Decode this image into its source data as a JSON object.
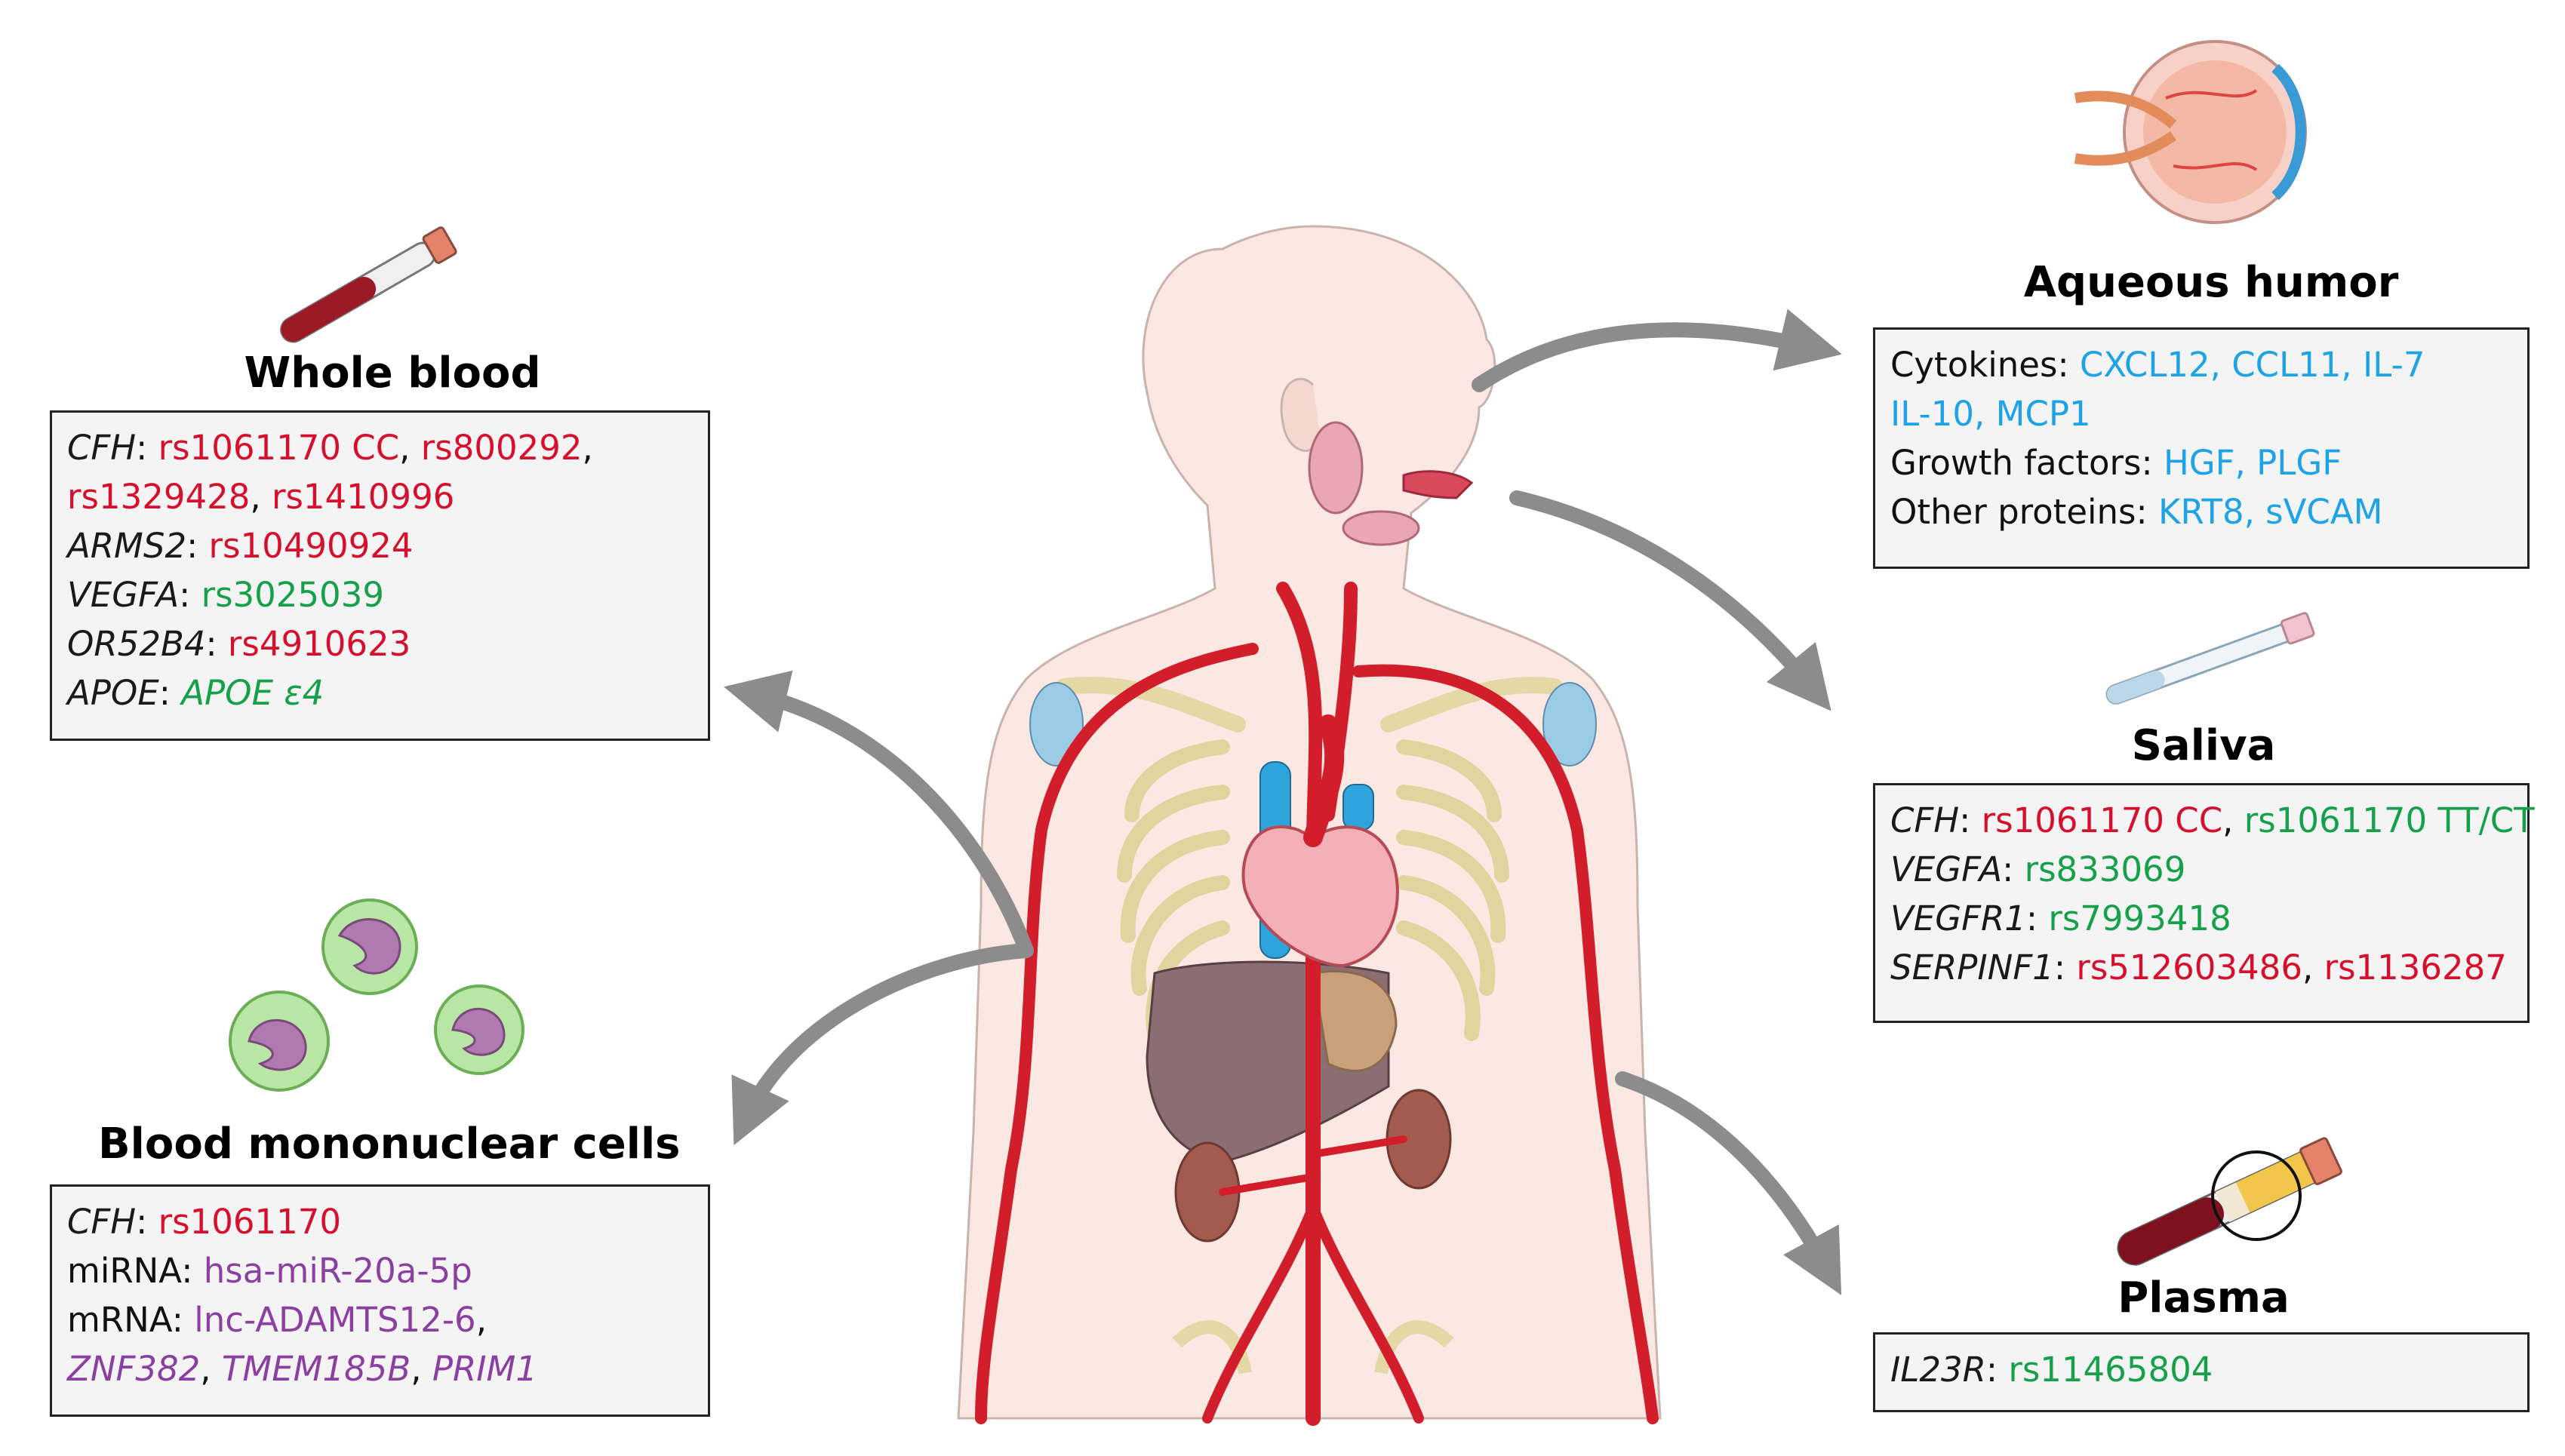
{
  "colors": {
    "snp_risk": "#d6102c",
    "snp_protective": "#17a04a",
    "protein": "#1ea3e6",
    "rna": "#8b3fa0",
    "arrow": "#8c8c8c",
    "box_bg": "#f4f4f4"
  },
  "panels": {
    "whole_blood": {
      "title": "Whole blood",
      "icon": "blood-tube-icon",
      "lines": [
        {
          "gene": "CFH",
          "items": [
            [
              "rs1061170 CC",
              "red"
            ],
            [
              "rs800292",
              "red"
            ]
          ]
        },
        {
          "gene": "",
          "items": [
            [
              "rs1329428",
              "red"
            ],
            [
              "rs1410996",
              "red"
            ]
          ]
        },
        {
          "gene": "ARMS2",
          "items": [
            [
              "rs10490924",
              "red"
            ]
          ]
        },
        {
          "gene": "VEGFA",
          "items": [
            [
              "rs3025039",
              "green"
            ]
          ]
        },
        {
          "gene": "OR52B4",
          "items": [
            [
              "rs4910623",
              "red"
            ]
          ]
        },
        {
          "gene": "APOE",
          "items": [
            [
              "APOE ε4",
              "green-ital"
            ]
          ]
        }
      ]
    },
    "pbmc": {
      "title": "Blood mononuclear cells",
      "icon": "mononuclear-cells-icon",
      "lines": [
        {
          "gene": "CFH",
          "items": [
            [
              "rs1061170",
              "red"
            ]
          ]
        },
        {
          "label": "miRNA",
          "items": [
            [
              "hsa-miR-20a-5p",
              "purple"
            ]
          ]
        },
        {
          "label": "mRNA",
          "items": [
            [
              "lnc-ADAMTS12-6",
              "purple"
            ]
          ]
        },
        {
          "gene": "",
          "items": [
            [
              "ZNF382",
              "purple-ital"
            ],
            [
              "TMEM185B",
              "purple-ital"
            ],
            [
              "PRIM1",
              "purple-ital"
            ]
          ]
        }
      ]
    },
    "aqueous": {
      "title": "Aqueous humor",
      "icon": "eye-icon",
      "lines": [
        {
          "label": "Cytokines",
          "items": [
            [
              "CXCL12, CCL11, IL-7",
              "blue"
            ]
          ]
        },
        {
          "label": "",
          "items": [
            [
              "IL-10, MCP1",
              "blue"
            ]
          ]
        },
        {
          "label": "Growth factors",
          "items": [
            [
              "HGF, PLGF",
              "blue"
            ]
          ]
        },
        {
          "label": "Other proteins",
          "items": [
            [
              "KRT8, sVCAM",
              "blue"
            ]
          ]
        }
      ]
    },
    "saliva": {
      "title": "Saliva",
      "icon": "saliva-tube-icon",
      "lines": [
        {
          "gene": "CFH",
          "items": [
            [
              "rs1061170 CC",
              "red"
            ],
            [
              "rs1061170 TT/CT",
              "green"
            ]
          ]
        },
        {
          "gene": "VEGFA",
          "items": [
            [
              "rs833069",
              "green"
            ]
          ]
        },
        {
          "gene": "VEGFR1",
          "items": [
            [
              "rs7993418",
              "green"
            ]
          ]
        },
        {
          "gene": "SERPINF1",
          "items": [
            [
              "rs512603486",
              "red"
            ],
            [
              "rs1136287",
              "red"
            ]
          ]
        }
      ]
    },
    "plasma": {
      "title": "Plasma",
      "icon": "plasma-tube-icon",
      "lines": [
        {
          "gene": "IL23R",
          "items": [
            [
              "rs11465804",
              "green"
            ]
          ]
        }
      ]
    }
  }
}
